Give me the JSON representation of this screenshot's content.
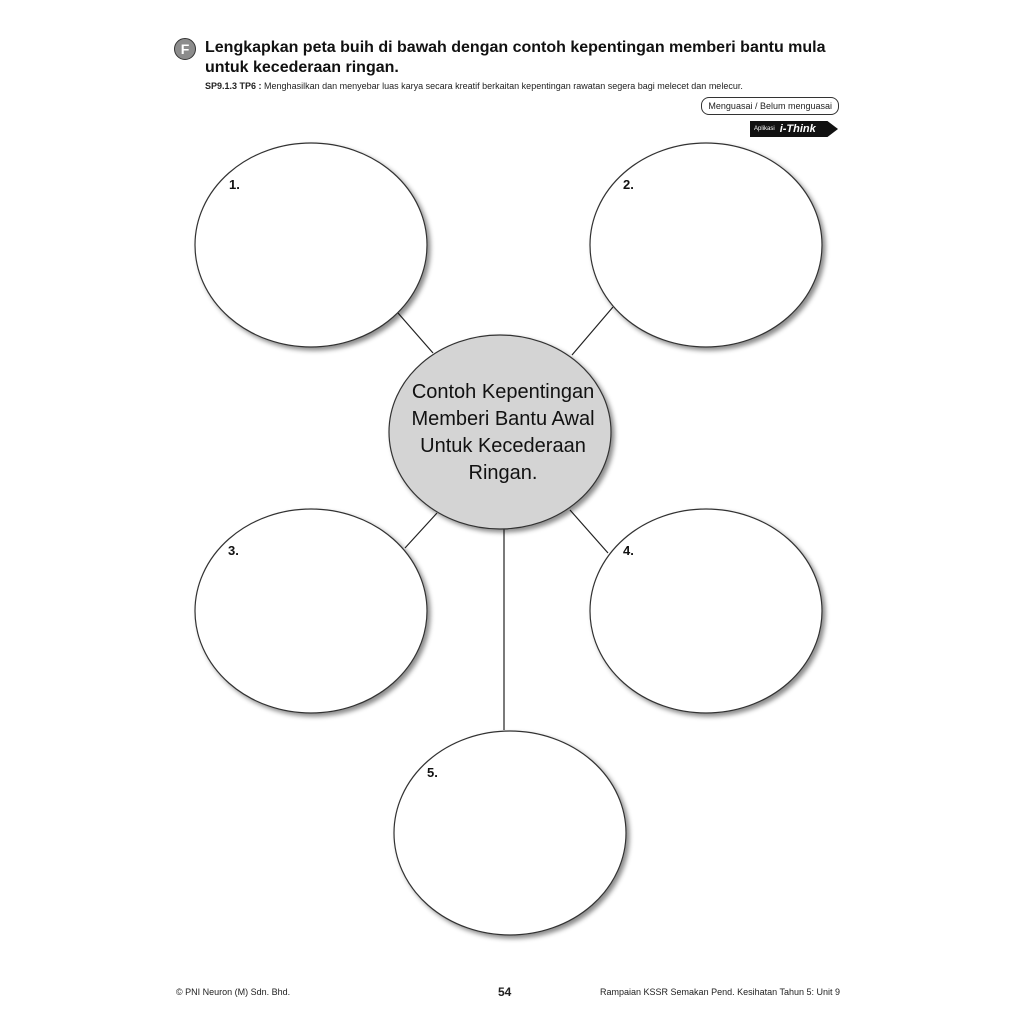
{
  "header": {
    "section_letter": "F",
    "instruction": "Lengkapkan peta buih di bawah dengan contoh kepentingan memberi bantu mula untuk kecederaan ringan.",
    "objective_code": "SP9.1.3 TP6 :",
    "objective_text": "Menghasilkan dan menyebar luas karya secara kreatif berkaitan kepentingan rawatan segera bagi melecet dan melecur.",
    "mastery_label": "Menguasai / Belum menguasai",
    "ithink_prefix": "Aplikasi",
    "ithink_label": "i-Think"
  },
  "bubble_map": {
    "center_text": "Contoh Kepentingan Memberi Bantu Awal Untuk Kecederaan Ringan.",
    "center_fill": "#d4d4d4",
    "bubbles": [
      {
        "number": "1."
      },
      {
        "number": "2."
      },
      {
        "number": "3."
      },
      {
        "number": "4."
      },
      {
        "number": "5."
      }
    ]
  },
  "footer": {
    "publisher": "© PNI Neuron (M) Sdn. Bhd.",
    "page_number": "54",
    "book_title": "Rampaian KSSR Semakan Pend. Kesihatan Tahun 5: Unit 9"
  }
}
